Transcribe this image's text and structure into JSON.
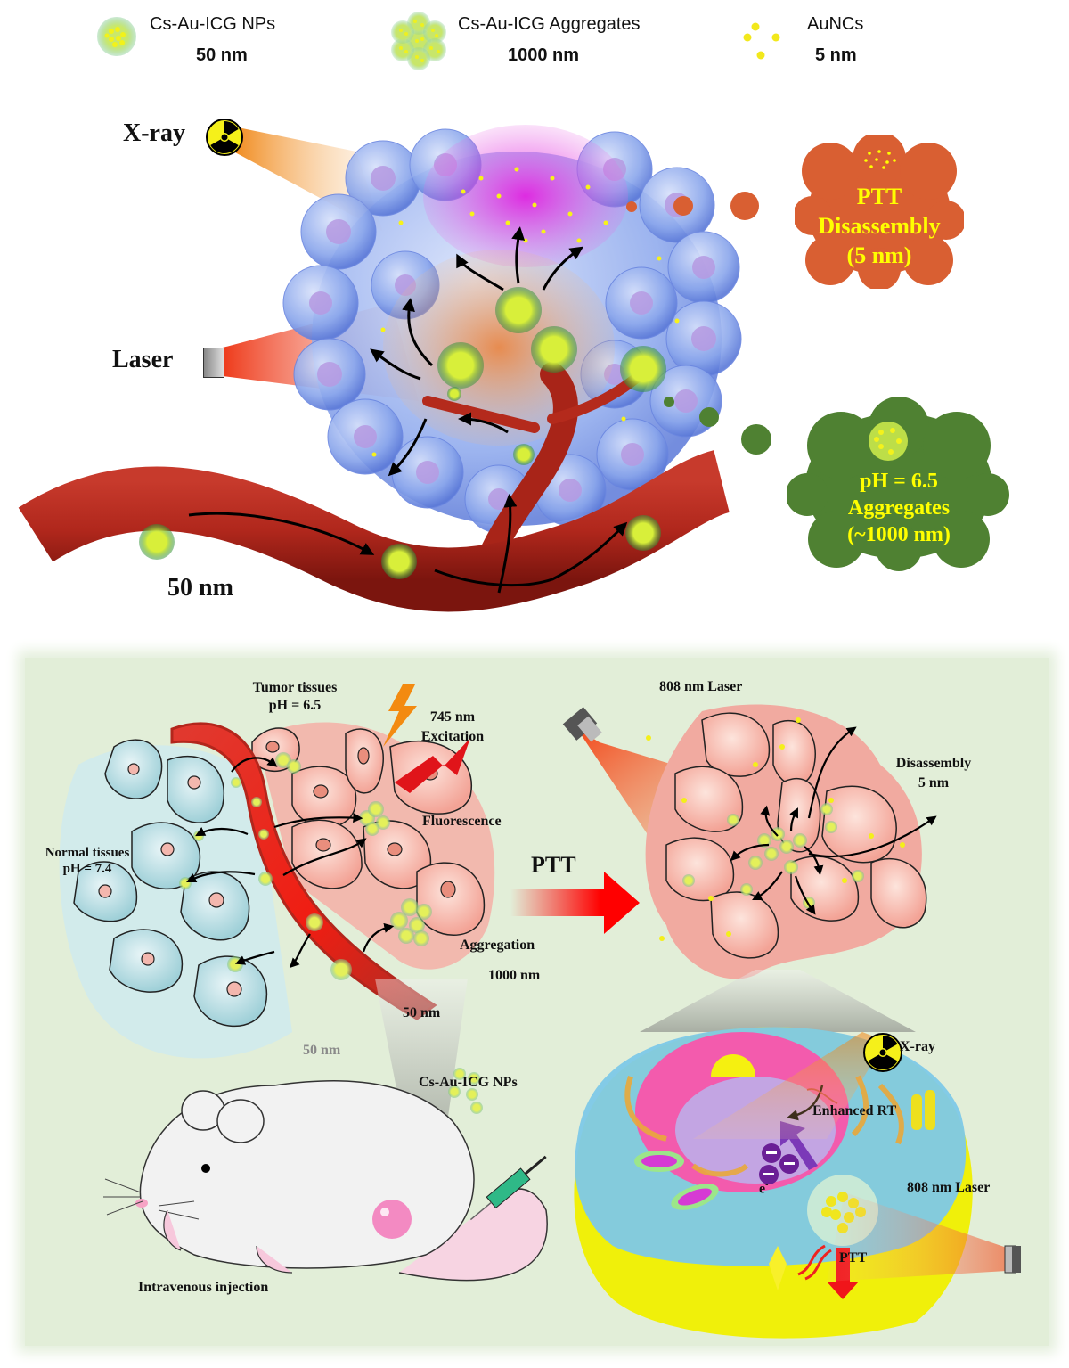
{
  "legend": [
    {
      "name": "Cs-Au-ICG NPs",
      "size": "50 nm",
      "icon": "nanoparticle-icon"
    },
    {
      "name": "Cs-Au-ICG Aggregates",
      "size": "1000 nm",
      "icon": "aggregate-icon"
    },
    {
      "name": "AuNCs",
      "size": "5 nm",
      "icon": "aunc-dots-icon"
    }
  ],
  "top_panel": {
    "xray_label": "X-ray",
    "laser_label": "Laser",
    "vessel_size_label": "50 nm",
    "ptt_bubble": {
      "line1": "PTT",
      "line2": "Disassembly",
      "line3": "(5 nm)",
      "color": "#d95f32"
    },
    "ph_bubble": {
      "line1": "pH = 6.5",
      "line2": "Aggregates",
      "line3": "(~1000 nm)",
      "color": "#4f8132"
    },
    "text_yellow": "#ffff00"
  },
  "bottom_panel": {
    "background": "#e2eed8",
    "tumor_label": {
      "line1": "Tumor tissues",
      "line2": "pH = 6.5"
    },
    "excitation_label": {
      "line1": "745 nm",
      "line2": "Excitation"
    },
    "fluorescence_label": "Fluorescence",
    "normal_label": {
      "line1": "Normal tissues",
      "line2": "pH = 7.4"
    },
    "aggregation_label": "Aggregation",
    "aggregation_size": "1000 nm",
    "vessel_size_1": "50 nm",
    "vessel_size_2": "50 nm",
    "ptt_arrow_label": "PTT",
    "laser_808_top": "808 nm Laser",
    "disassembly_label": {
      "line1": "Disassembly",
      "line2": "5 nm"
    },
    "nps_label": "Cs-Au-ICG NPs",
    "injection_label": "Intravenous injection",
    "cell_xray_label": "X-ray",
    "enhanced_rt_label": "Enhanced RT",
    "electron_label": "e",
    "electron_sup": "-",
    "laser_808_bottom": "808 nm Laser",
    "cell_ptt_label": "PTT"
  }
}
